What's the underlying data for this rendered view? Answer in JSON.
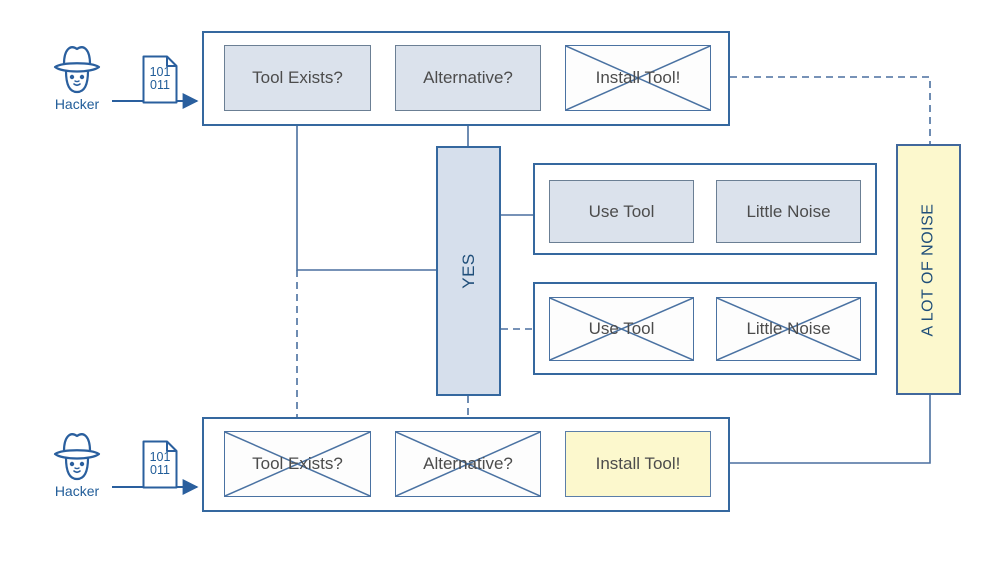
{
  "colors": {
    "accent_blue": "#2a5f9e",
    "connector_blue": "#4a6f9f",
    "inner_connector_gray": "#707c88",
    "container_border": "#35689f",
    "node_fill_gray": "#dbe2ec",
    "node_border_gray": "#6b7f94",
    "crossed_border": "#4a72a2",
    "highlight_yellow_fill": "#fcf8cd",
    "yellow_border": "#41689c",
    "node_text": "#4c4c4c",
    "vertical_text": "#1f4e79"
  },
  "actors": {
    "top": {
      "label": "Hacker",
      "doc_lines": [
        "101",
        "011"
      ]
    },
    "bottom": {
      "label": "Hacker",
      "doc_lines": [
        "101",
        "011"
      ]
    }
  },
  "top_flow": {
    "boxes": [
      {
        "label": "Tool Exists?",
        "state": "normal"
      },
      {
        "label": "Alternative?",
        "state": "normal"
      },
      {
        "label": "Install Tool!",
        "state": "crossed"
      }
    ]
  },
  "bottom_flow": {
    "boxes": [
      {
        "label": "Tool Exists?",
        "state": "crossed"
      },
      {
        "label": "Alternative?",
        "state": "crossed"
      },
      {
        "label": "Install Tool!",
        "state": "highlighted"
      }
    ]
  },
  "right_top_flow": {
    "boxes": [
      {
        "label": "Use Tool",
        "state": "normal"
      },
      {
        "label": "Little Noise",
        "state": "normal"
      }
    ]
  },
  "right_bottom_flow": {
    "boxes": [
      {
        "label": "Use Tool",
        "state": "crossed"
      },
      {
        "label": "Little Noise",
        "state": "crossed"
      }
    ]
  },
  "yes_box": {
    "label": "YES"
  },
  "noise_box": {
    "label": "A LOT OF NOISE"
  }
}
